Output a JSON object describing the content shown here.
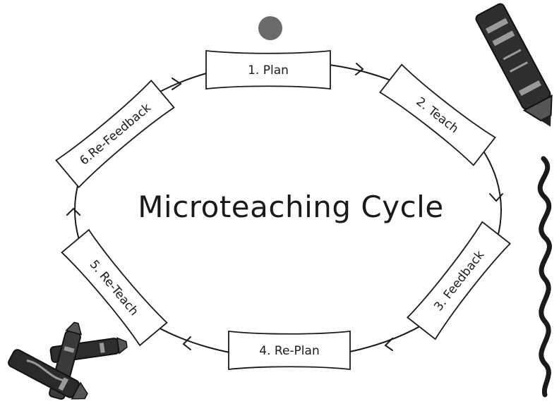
{
  "title": "Microteaching Cycle",
  "steps": [
    {
      "label": "1. Plan"
    },
    {
      "label": "2. Teach"
    },
    {
      "label": "3. Feedback"
    },
    {
      "label": "4. Re-Plan"
    },
    {
      "label": "5. Re-Teach"
    },
    {
      "label": "6.Re-Feedback"
    }
  ],
  "icons": [
    "pin-icon",
    "crayon-icon",
    "crayons-icon",
    "wavy-line-icon"
  ],
  "colors": {
    "ink": "#1a1a1a",
    "pin": "#6a6a6a",
    "crayon_body": "#2e2e2e",
    "crayon_light": "#9a9a9a",
    "paper": "#ffffff"
  }
}
